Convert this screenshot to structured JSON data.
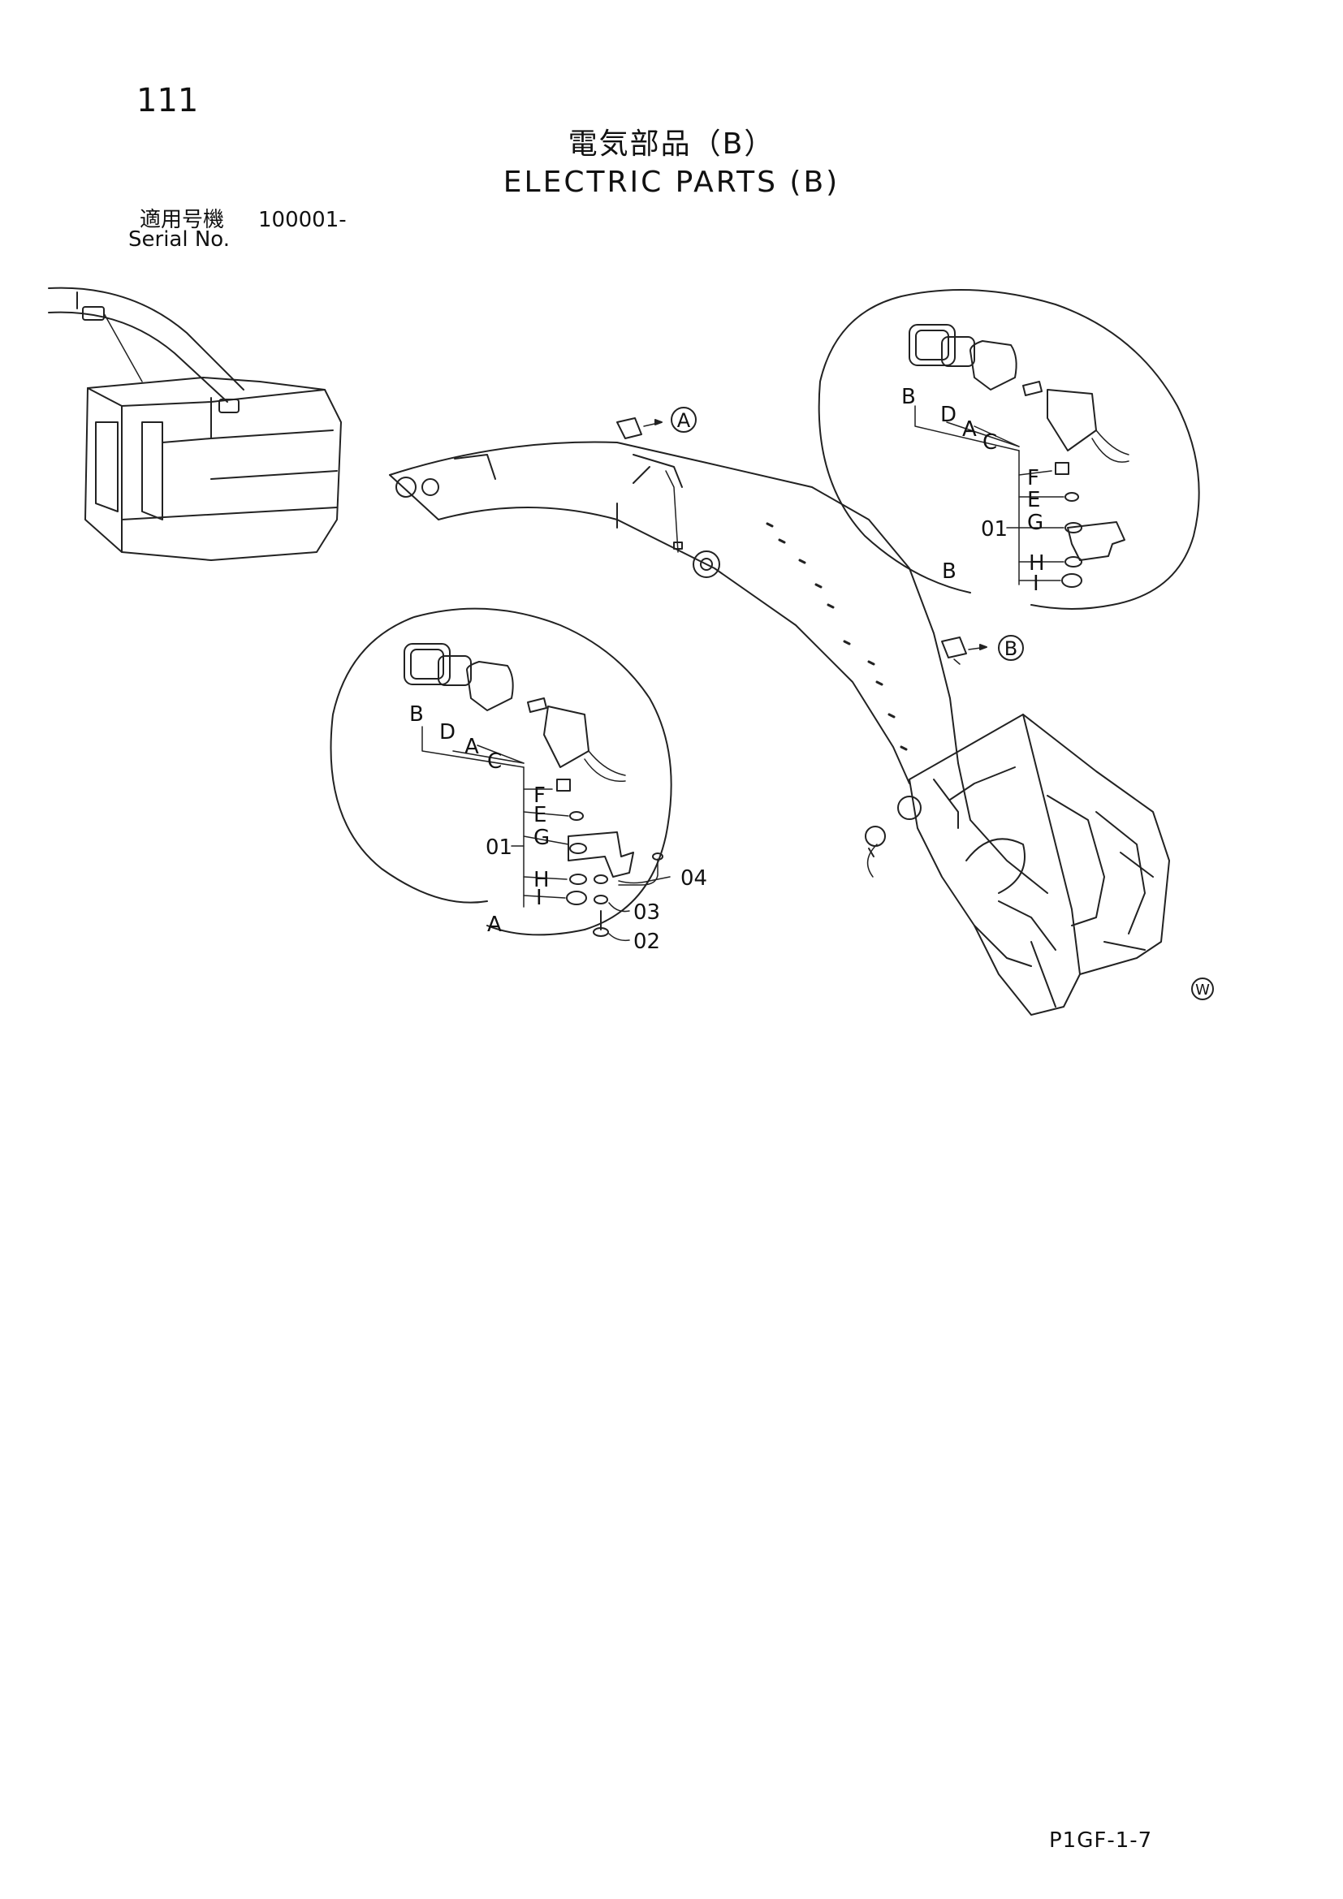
{
  "page_number": "111",
  "title_jp": "電気部品（B）",
  "title_en": "ELECTRIC PARTS (B)",
  "serial": {
    "label_jp": "適用号機",
    "value": "100001-",
    "label_en": "Serial No."
  },
  "callouts": {
    "a": "A",
    "b": "B"
  },
  "detail_a": {
    "name": "A",
    "group": "01",
    "letters": [
      "B",
      "D",
      "A",
      "C",
      "F",
      "E",
      "G",
      "H",
      "I"
    ],
    "parts": [
      "04",
      "03",
      "02"
    ]
  },
  "detail_b": {
    "name": "B",
    "group": "01",
    "letters": [
      "B",
      "D",
      "A",
      "C",
      "F",
      "E",
      "G",
      "H",
      "I"
    ]
  },
  "w_mark": "W",
  "doc_code": "P1GF-1-7"
}
